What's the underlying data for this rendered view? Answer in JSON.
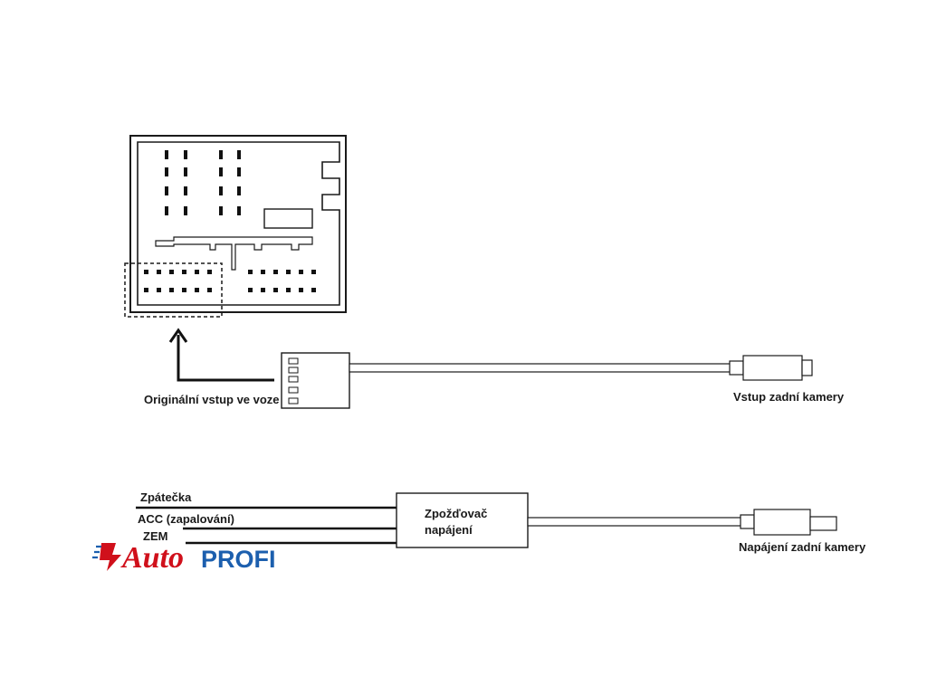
{
  "labels": {
    "original_input": "Originální vstup ve voze",
    "camera_input": "Vstup zadní kamery",
    "reverse": "Zpátečka",
    "acc": "ACC (zapalování)",
    "ground": "ZEM",
    "delay_line1": "Zpožďovač",
    "delay_line2": "napájení",
    "camera_power": "Napájení zadní kamery"
  },
  "logo": {
    "auto": "Auto",
    "profi": "PROFI",
    "auto_color": "#d0101b",
    "profi_color": "#1c5fae"
  }
}
